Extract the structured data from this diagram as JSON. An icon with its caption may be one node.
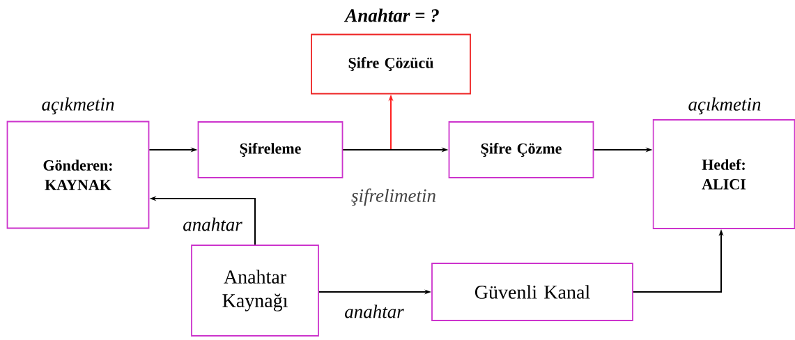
{
  "diagram": {
    "nodes": [
      {
        "text": [
          "Gönderen: KAYNAK"
        ],
        "beside": [
          "açıkmetin"
        ]
      },
      {
        "text": [
          "Şifreleme"
        ]
      },
      {
        "text": [
          "Şifre Çözücü"
        ],
        "beside": [
          "Anahtar = ?"
        ]
      },
      {
        "text": [
          "Şifre Çözme"
        ]
      },
      {
        "text": [
          "Hedef: ALICI"
        ],
        "beside": [
          "açıkmetin"
        ]
      },
      {
        "text": [
          "Anahtar Kaynağı"
        ]
      },
      {
        "text": [
          "Güvenli Kanal"
        ]
      }
    ],
    "edges": [
      {
        "from": 0,
        "to": 1,
        "arrow": "to"
      },
      {
        "from": 1,
        "to": 3,
        "arrow": "to",
        "label": "şifrelimetin"
      },
      {
        "from": 1,
        "to": 2,
        "arrow": "to",
        "color": "#ff2020"
      },
      {
        "from": 3,
        "to": 4,
        "arrow": "to"
      },
      {
        "from": 5,
        "to": 0,
        "arrow": "to",
        "label": "anahtar"
      },
      {
        "from": 5,
        "to": 6,
        "arrow": "to",
        "label": "anahtar"
      },
      {
        "from": 6,
        "to": 4,
        "arrow": "to"
      }
    ]
  }
}
